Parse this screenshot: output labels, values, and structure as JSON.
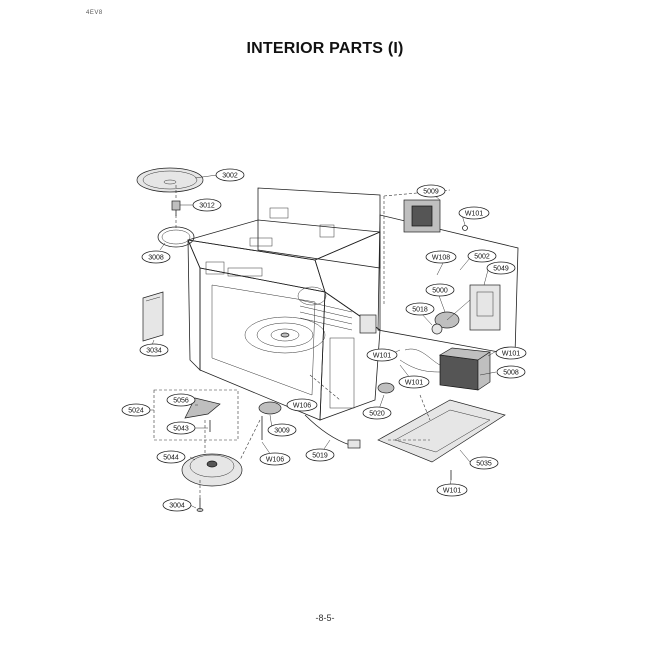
{
  "header": {
    "corner_code": "4EV8",
    "title": "INTERIOR PARTS (I)"
  },
  "footer": {
    "page_number": "-8-5-"
  },
  "labels": [
    {
      "id": "3002",
      "text": "3002"
    },
    {
      "id": "3012",
      "text": "3012"
    },
    {
      "id": "3008",
      "text": "3008"
    },
    {
      "id": "3034",
      "text": "3034"
    },
    {
      "id": "5024",
      "text": "5024"
    },
    {
      "id": "5056",
      "text": "5056"
    },
    {
      "id": "5043",
      "text": "5043"
    },
    {
      "id": "5044",
      "text": "5044"
    },
    {
      "id": "3004",
      "text": "3004"
    },
    {
      "id": "3009",
      "text": "3009"
    },
    {
      "id": "W106a",
      "text": "W106"
    },
    {
      "id": "W106b",
      "text": "W106"
    },
    {
      "id": "5019",
      "text": "5019"
    },
    {
      "id": "5020",
      "text": "5020"
    },
    {
      "id": "W101a",
      "text": "W101"
    },
    {
      "id": "W101b",
      "text": "W101"
    },
    {
      "id": "W101c",
      "text": "W101"
    },
    {
      "id": "W101d",
      "text": "W101"
    },
    {
      "id": "W101e",
      "text": "W101"
    },
    {
      "id": "5035",
      "text": "5035"
    },
    {
      "id": "5008",
      "text": "5008"
    },
    {
      "id": "5018",
      "text": "5018"
    },
    {
      "id": "5000",
      "text": "5000"
    },
    {
      "id": "5002",
      "text": "5002"
    },
    {
      "id": "5049",
      "text": "5049"
    },
    {
      "id": "W108",
      "text": "W108"
    },
    {
      "id": "5009",
      "text": "5009"
    }
  ]
}
